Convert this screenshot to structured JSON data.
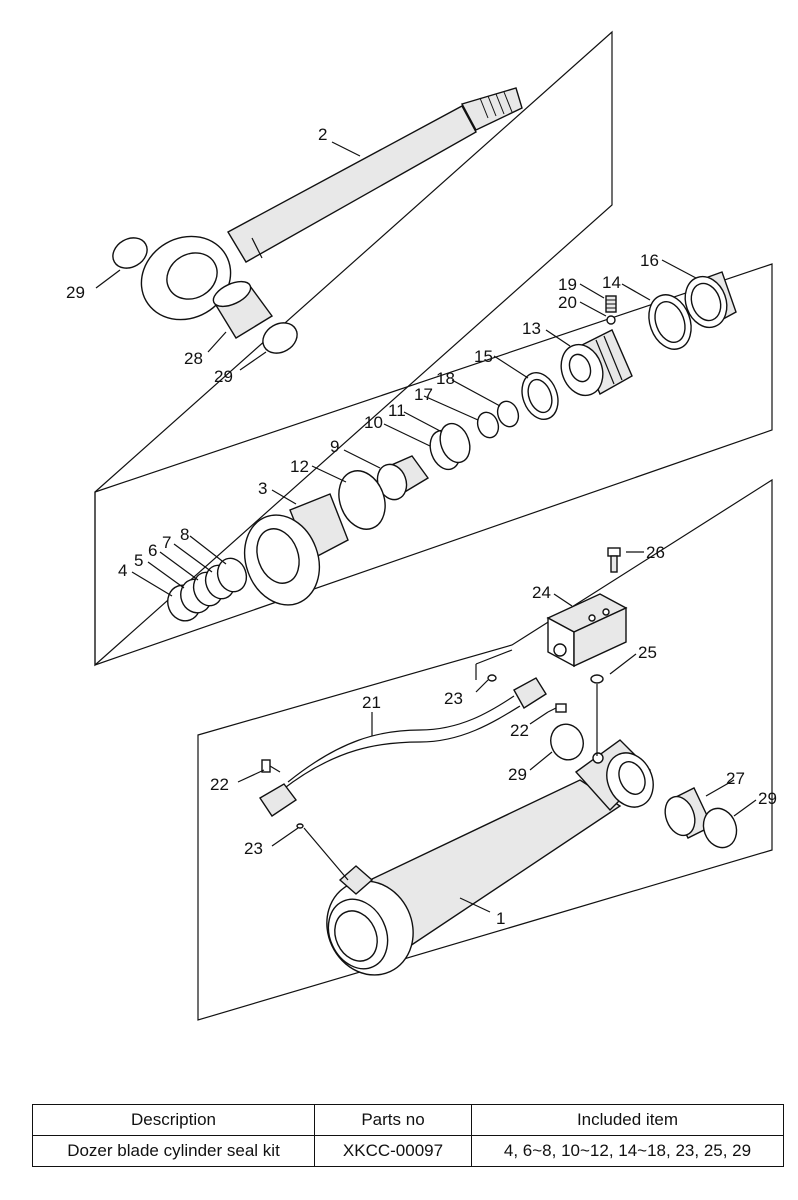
{
  "labels": {
    "l1": "1",
    "l2": "2",
    "l3": "3",
    "l4": "4",
    "l5": "5",
    "l6": "6",
    "l7": "7",
    "l8": "8",
    "l9": "9",
    "l10": "10",
    "l11": "11",
    "l12": "12",
    "l13": "13",
    "l14": "14",
    "l15": "15",
    "l16": "16",
    "l17": "17",
    "l18": "18",
    "l19": "19",
    "l20": "20",
    "l21": "21",
    "l22": "22",
    "l23": "23",
    "l24": "24",
    "l25": "25",
    "l26": "26",
    "l27": "27",
    "l28": "28",
    "l29": "29"
  },
  "table": {
    "headers": [
      "Description",
      "Parts no",
      "Included item"
    ],
    "row": [
      "Dozer blade cylinder seal kit",
      "XKCC-00097",
      "4, 6~8, 10~12, 14~18, 23, 25, 29"
    ]
  }
}
